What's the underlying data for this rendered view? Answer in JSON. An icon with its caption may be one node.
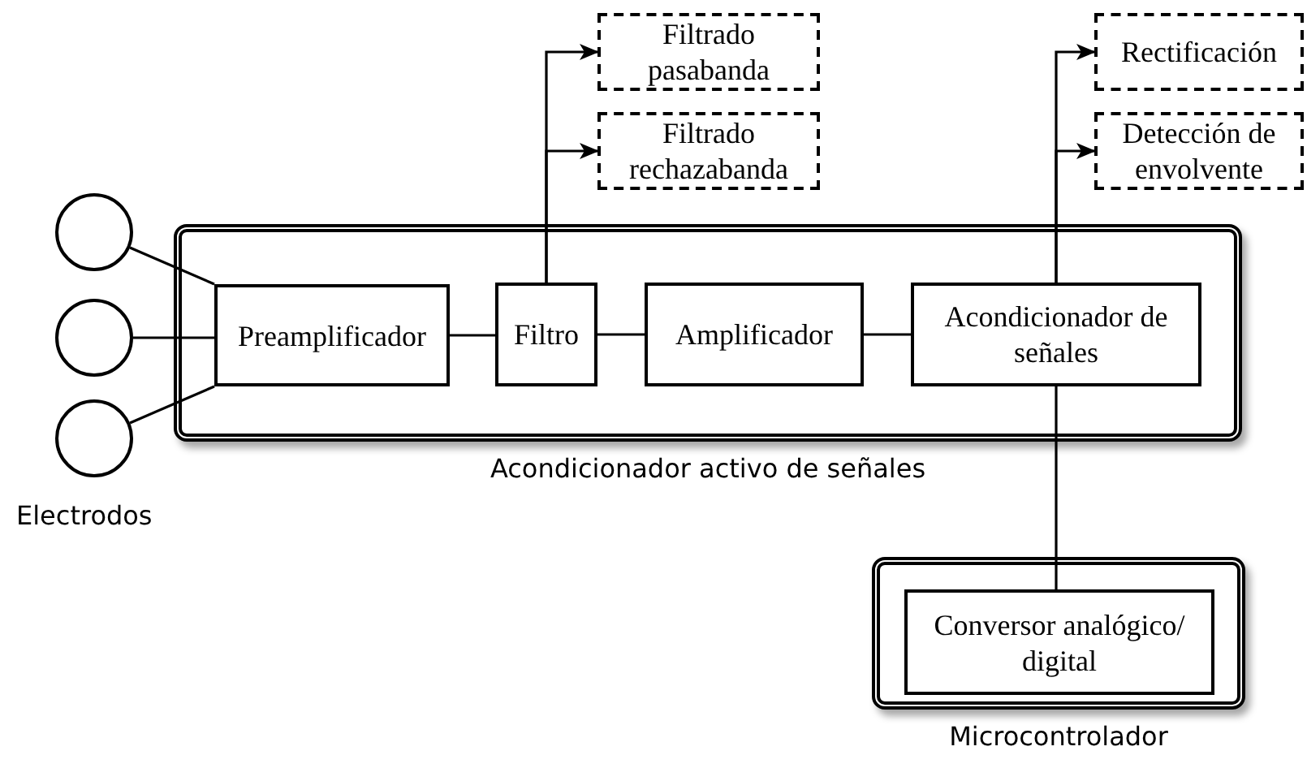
{
  "diagram": {
    "nodes": [
      {
        "text": [
          "Acondicionador activo de señales"
        ]
      },
      {
        "text": [
          "Preamplificador"
        ],
        "in": 0
      },
      {
        "text": [
          "Filtro"
        ],
        "in": 0
      },
      {
        "text": [
          "Amplificador"
        ],
        "in": 0
      },
      {
        "text": [
          "Acondicionador de señales"
        ],
        "in": 0
      },
      {
        "text": [
          "Filtrado pasabanda"
        ]
      },
      {
        "text": [
          "Filtrado rechazabanda"
        ]
      },
      {
        "text": [
          "Rectificación"
        ]
      },
      {
        "text": [
          "Detección de envolvente"
        ]
      },
      {
        "text": [
          "Microcontrolador"
        ]
      },
      {
        "text": [
          "Conversor analógico/ digital"
        ],
        "in": 9
      },
      {
        "text": [],
        "shape": "circle"
      },
      {
        "text": [],
        "shape": "circle"
      },
      {
        "text": [],
        "shape": "circle"
      }
    ],
    "edges": [
      {
        "from": 11,
        "to": 1,
        "arrow": "none"
      },
      {
        "from": 12,
        "to": 1,
        "arrow": "none"
      },
      {
        "from": 13,
        "to": 1,
        "arrow": "none"
      },
      {
        "from": 1,
        "to": 2,
        "arrow": "none"
      },
      {
        "from": 2,
        "to": 3,
        "arrow": "none"
      },
      {
        "from": 3,
        "to": 4,
        "arrow": "none"
      },
      {
        "from": 2,
        "to": 5,
        "arrow": "to"
      },
      {
        "from": 2,
        "to": 6,
        "arrow": "to"
      },
      {
        "from": 4,
        "to": 7,
        "arrow": "to"
      },
      {
        "from": 4,
        "to": 8,
        "arrow": "to"
      },
      {
        "from": 4,
        "to": 10,
        "arrow": "none"
      }
    ],
    "labels": [
      "Electrodos"
    ]
  }
}
